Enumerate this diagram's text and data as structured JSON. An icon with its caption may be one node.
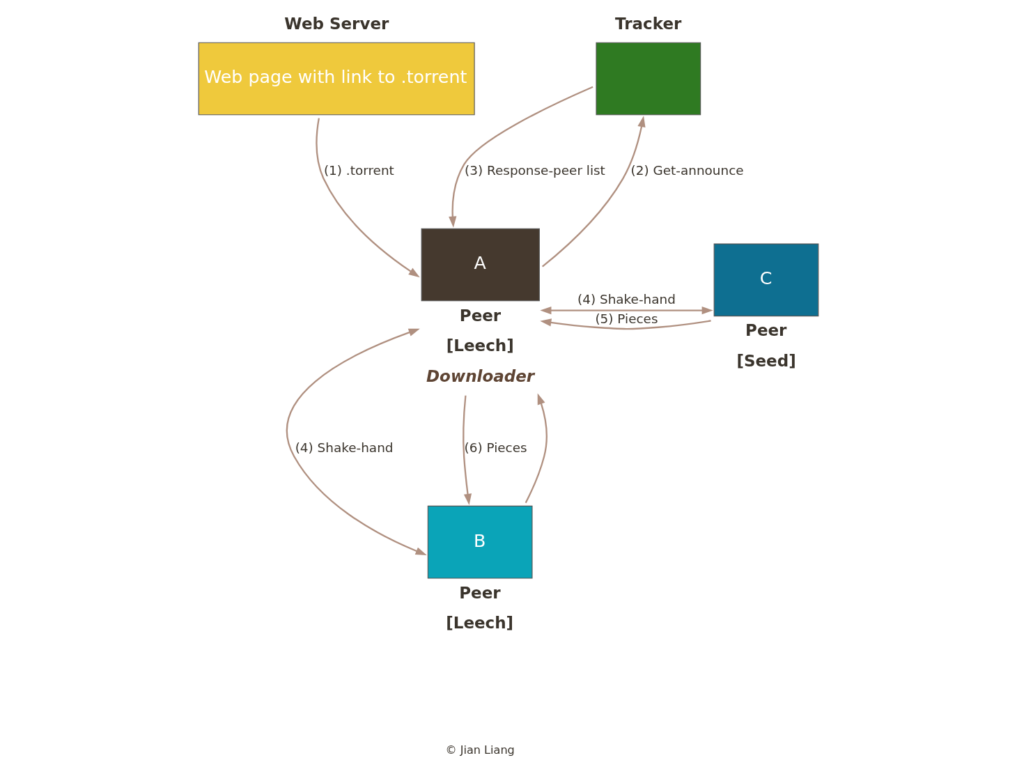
{
  "diagram": {
    "nodes": [
      {
        "text": [
          "Web Server",
          "Web page with link to .torrent"
        ]
      },
      {
        "text": [
          "Tracker"
        ]
      },
      {
        "text": [
          "A"
        ],
        "beside": [
          "Peer",
          "[Leech]",
          "Downloader"
        ]
      },
      {
        "text": [
          "C"
        ],
        "beside": [
          "Peer",
          "[Seed]"
        ]
      },
      {
        "text": [
          "B"
        ],
        "beside": [
          "Peer",
          "[Leech]"
        ]
      }
    ],
    "edges": [
      {
        "from": 0,
        "to": 2,
        "arrow": "to",
        "label": "(1) .torrent"
      },
      {
        "from": 2,
        "to": 1,
        "arrow": "to",
        "label": "(2) Get-announce"
      },
      {
        "from": 1,
        "to": 2,
        "arrow": "to",
        "label": "(3) Response-peer list"
      },
      {
        "from": 2,
        "to": 3,
        "arrow": "both",
        "label": "(4) Shake-hand"
      },
      {
        "from": 3,
        "to": 2,
        "arrow": "to",
        "label": "(5) Pieces"
      },
      {
        "from": 2,
        "to": 4,
        "arrow": "both",
        "label": "(4) Shake-hand"
      },
      {
        "from": 4,
        "to": 2,
        "arrow": "to"
      },
      {
        "from": 2,
        "to": 4,
        "arrow": "to",
        "label": "(6) Pieces"
      }
    ],
    "labels": [
      "© Jian Liang"
    ]
  }
}
